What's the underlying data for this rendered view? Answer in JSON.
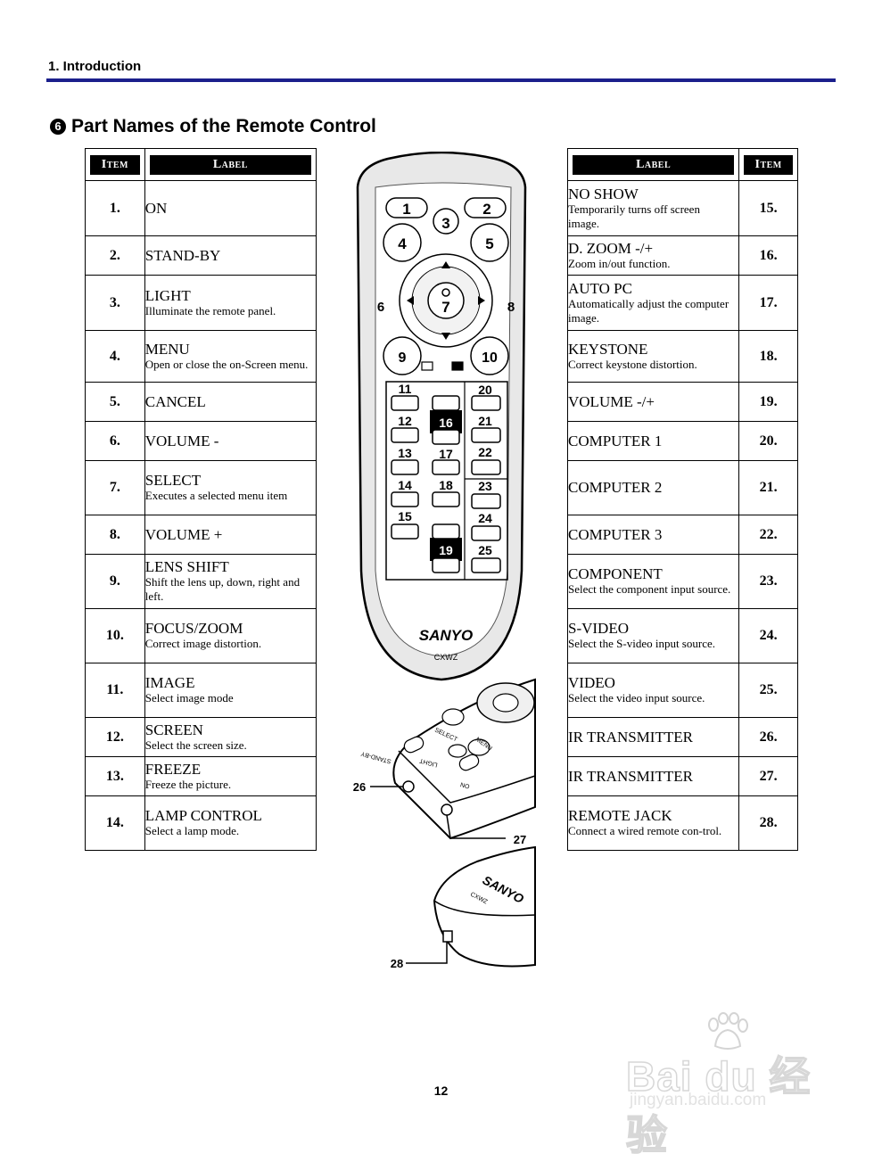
{
  "section_header": "1. Introduction",
  "title": {
    "number": "6",
    "text": "Part Names of the Remote Control"
  },
  "table_headers": {
    "item": "Item",
    "label": "Label"
  },
  "left_rows": [
    {
      "num": "1.",
      "label": "ON",
      "desc": ""
    },
    {
      "num": "2.",
      "label": "STAND-BY",
      "desc": ""
    },
    {
      "num": "3.",
      "label": "LIGHT",
      "desc": "Illuminate the remote panel."
    },
    {
      "num": "4.",
      "label": "MENU",
      "desc": "Open or close the on-Screen menu."
    },
    {
      "num": "5.",
      "label": "CANCEL",
      "desc": ""
    },
    {
      "num": "6.",
      "label": "VOLUME -",
      "desc": ""
    },
    {
      "num": "7.",
      "label": "SELECT",
      "desc": "Executes a selected menu item"
    },
    {
      "num": "8.",
      "label": "VOLUME +",
      "desc": ""
    },
    {
      "num": "9.",
      "label": "LENS SHIFT",
      "desc": "Shift the lens up, down, right and left."
    },
    {
      "num": "10.",
      "label": "FOCUS/ZOOM",
      "desc": "Correct image distortion."
    },
    {
      "num": "11.",
      "label": "IMAGE",
      "desc": "Select image mode"
    },
    {
      "num": "12.",
      "label": "SCREEN",
      "desc": "Select the screen size."
    },
    {
      "num": "13.",
      "label": "FREEZE",
      "desc": "Freeze the picture."
    },
    {
      "num": "14.",
      "label": "LAMP CONTROL",
      "desc": "Select a lamp mode."
    }
  ],
  "right_rows": [
    {
      "num": "15.",
      "label": "NO SHOW",
      "desc": "Temporarily turns off screen image."
    },
    {
      "num": "16.",
      "label": "D. ZOOM -/+",
      "desc": "Zoom in/out function."
    },
    {
      "num": "17.",
      "label": "AUTO PC",
      "desc": "Automatically adjust the computer image."
    },
    {
      "num": "18.",
      "label": "KEYSTONE",
      "desc": "Correct keystone distortion."
    },
    {
      "num": "19.",
      "label": "VOLUME -/+",
      "desc": ""
    },
    {
      "num": "20.",
      "label": "COMPUTER 1",
      "desc": ""
    },
    {
      "num": "21.",
      "label": "COMPUTER 2",
      "desc": ""
    },
    {
      "num": "22.",
      "label": "COMPUTER 3",
      "desc": ""
    },
    {
      "num": "23.",
      "label": "COMPONENT",
      "desc": "Select the component input source."
    },
    {
      "num": "24.",
      "label": "S-VIDEO",
      "desc": "Select the S-video input source."
    },
    {
      "num": "25.",
      "label": "VIDEO",
      "desc": "Select the video input source."
    },
    {
      "num": "26.",
      "label": "IR TRANSMITTER",
      "desc": ""
    },
    {
      "num": "27.",
      "label": "IR TRANSMITTER",
      "desc": ""
    },
    {
      "num": "28.",
      "label": "REMOTE JACK",
      "desc": "Connect a wired remote con-trol."
    }
  ],
  "remote": {
    "brand": "SANYO",
    "model": "CXWZ",
    "callouts": [
      "1",
      "2",
      "3",
      "4",
      "5",
      "6",
      "7",
      "8",
      "9",
      "10",
      "11",
      "12",
      "13",
      "14",
      "15",
      "16",
      "17",
      "18",
      "19",
      "20",
      "21",
      "22",
      "23",
      "24",
      "25",
      "26",
      "27",
      "28"
    ],
    "side_labels": [
      "STAND-BY",
      "LIGHT",
      "ON",
      "MENU",
      "SELECT"
    ],
    "bottom_logo": "SANYO",
    "bottom_model": "CXWZ"
  },
  "page_number": "12",
  "watermark": {
    "logo": "Bai du 经验",
    "url": "jingyan.baidu.com"
  }
}
